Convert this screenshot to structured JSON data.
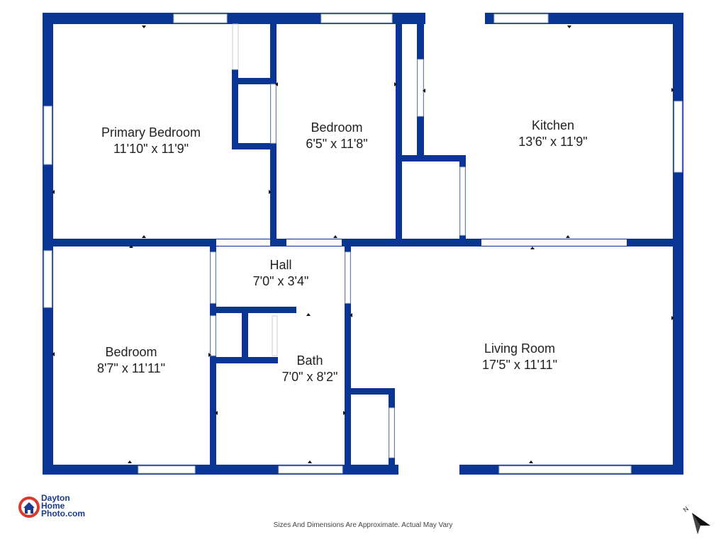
{
  "colors": {
    "wall": "#0a3595",
    "window": "#ffffff",
    "accent_red": "#d93a2b"
  },
  "rooms": [
    {
      "id": "primary-bedroom",
      "name": "Primary Bedroom",
      "dims": "11'10\" x 11'9\""
    },
    {
      "id": "bedroom-upper",
      "name": "Bedroom",
      "dims": "6'5\" x 11'8\""
    },
    {
      "id": "kitchen",
      "name": "Kitchen",
      "dims": "13'6\" x 11'9\""
    },
    {
      "id": "hall",
      "name": "Hall",
      "dims": "7'0\" x 3'4\""
    },
    {
      "id": "bedroom-lower",
      "name": "Bedroom",
      "dims": "8'7\" x 11'11\""
    },
    {
      "id": "bath",
      "name": "Bath",
      "dims": "7'0\" x 8'2\""
    },
    {
      "id": "living-room",
      "name": "Living Room",
      "dims": "17'5\" x 11'11\""
    }
  ],
  "logo": {
    "line1": "Dayton",
    "line2": "Home",
    "line3": "Photo.com",
    "icon": "house-logo-icon"
  },
  "disclaimer": "Sizes And Dimensions Are Approximate. Actual May Vary",
  "compass": {
    "label": "N",
    "icon": "north-arrow-icon"
  }
}
